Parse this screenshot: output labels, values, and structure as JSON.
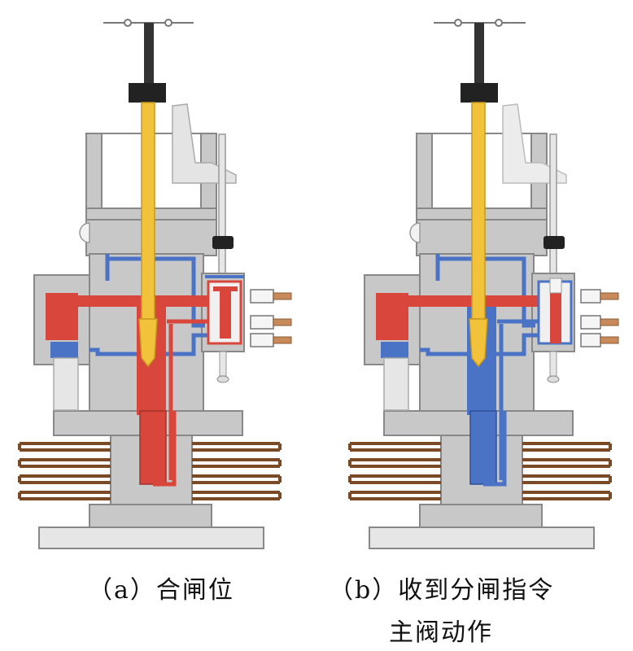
{
  "captions": {
    "a": "（a）合闸位",
    "b_line1": "（b）收到分闸指令",
    "b_line2": "主阀动作"
  },
  "colors": {
    "high_pressure": "#d9463b",
    "low_pressure": "#4a73c6",
    "rod": "#f2c23a",
    "spring": "#a0704a",
    "housing": "#c8c8c8"
  }
}
